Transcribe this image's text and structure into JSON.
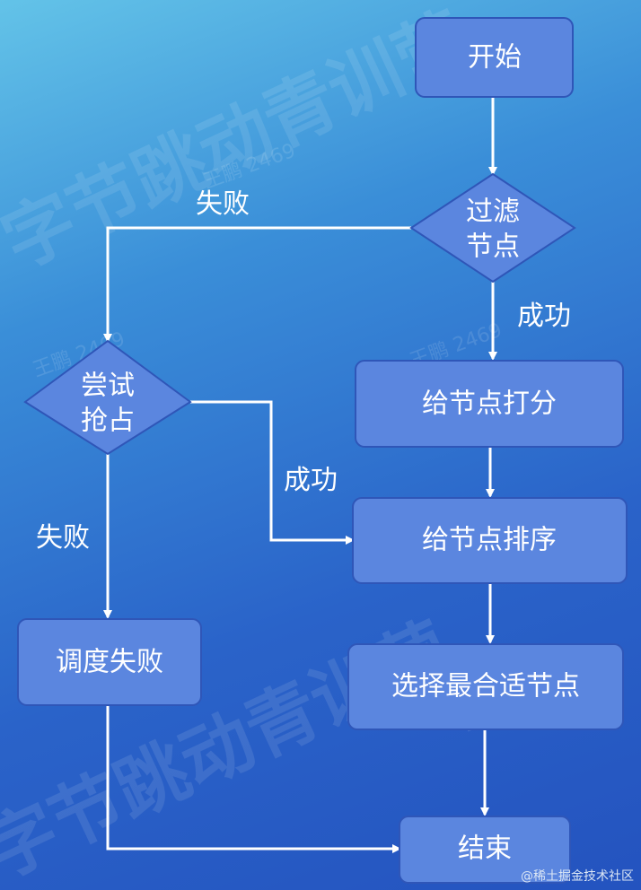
{
  "nodes": {
    "start": "开始",
    "filter_line1": "过滤",
    "filter_line2": "节点",
    "score": "给节点打分",
    "preempt_line1": "尝试",
    "preempt_line2": "抢占",
    "sort": "给节点排序",
    "fail": "调度失败",
    "select": "选择最合适节点",
    "end": "结束"
  },
  "edges": {
    "filter_fail": "失败",
    "filter_success": "成功",
    "preempt_success": "成功",
    "preempt_fail": "失败"
  },
  "watermark": {
    "big": "字节跳动青训营",
    "small": "王鹏 2469"
  },
  "credit": "@稀土掘金技术社区",
  "colors": {
    "node_fill": "#5b86df",
    "node_stroke": "#2f56b8",
    "line": "#ffffff"
  }
}
